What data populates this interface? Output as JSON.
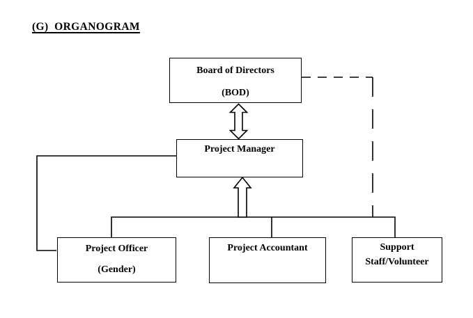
{
  "title": {
    "text": "(G)  ORGANOGRAM"
  },
  "colors": {
    "background": "#ffffff",
    "line": "#000000",
    "text": "#000000",
    "box_fill": "#ffffff"
  },
  "nodes": {
    "bod": {
      "lines": [
        "Board of Directors",
        "(BOD)"
      ]
    },
    "pm": {
      "lines": [
        "Project Manager"
      ]
    },
    "officer": {
      "lines": [
        "Project Officer",
        "(Gender)"
      ]
    },
    "accountant": {
      "lines": [
        "Project Accountant"
      ]
    },
    "support": {
      "lines": [
        "Support",
        "Staff/Volunteer"
      ]
    }
  },
  "connectors": [
    {
      "from": "bod",
      "to": "pm",
      "style": "hollow-double-arrow-vertical"
    },
    {
      "from": "staff-bus",
      "to": "pm",
      "style": "hollow-up-arrow"
    },
    {
      "from": "pm",
      "to": "officer",
      "style": "solid-elbow-left"
    },
    {
      "from": "bus",
      "to": [
        "officer",
        "accountant",
        "support"
      ],
      "style": "solid-bus"
    },
    {
      "from": "bod",
      "to": "bus",
      "style": "dashed-elbow-right"
    }
  ]
}
